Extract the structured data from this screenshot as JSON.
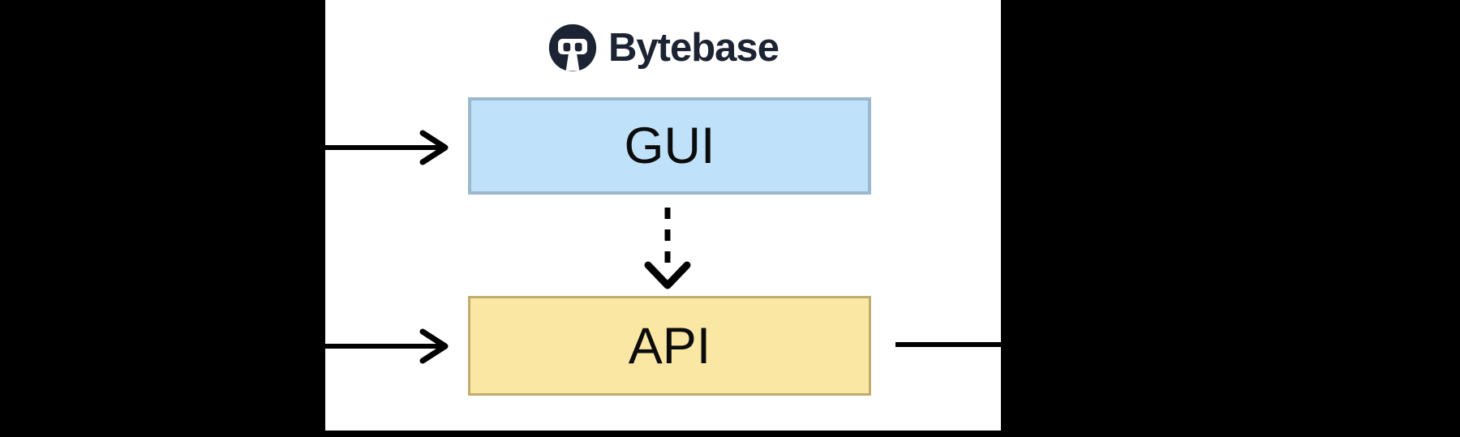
{
  "canvas": {
    "background_color": "#000000",
    "panel_color": "#ffffff"
  },
  "brand": {
    "wordmark": "Bytebase",
    "logo_icon": "bytebase-logo-icon",
    "brand_color": "#1c2333"
  },
  "nodes": {
    "gui": {
      "label": "GUI",
      "fill": "#bfe2fa",
      "border": "#9bb8cd"
    },
    "api": {
      "label": "API",
      "fill": "#fbe7a4",
      "border": "#bfad6e"
    }
  },
  "edges": [
    {
      "id": "inbound-to-gui",
      "type": "solid-arrow",
      "direction": "right",
      "from": "left-edge",
      "to": "gui"
    },
    {
      "id": "gui-to-api",
      "type": "dashed-arrow",
      "direction": "down",
      "from": "gui",
      "to": "api"
    },
    {
      "id": "inbound-to-api",
      "type": "solid-arrow",
      "direction": "right",
      "from": "left-edge",
      "to": "api"
    },
    {
      "id": "outbound-from-api",
      "type": "solid-line",
      "direction": "right",
      "from": "api",
      "to": "right-edge"
    }
  ],
  "edge_color": "#000000"
}
